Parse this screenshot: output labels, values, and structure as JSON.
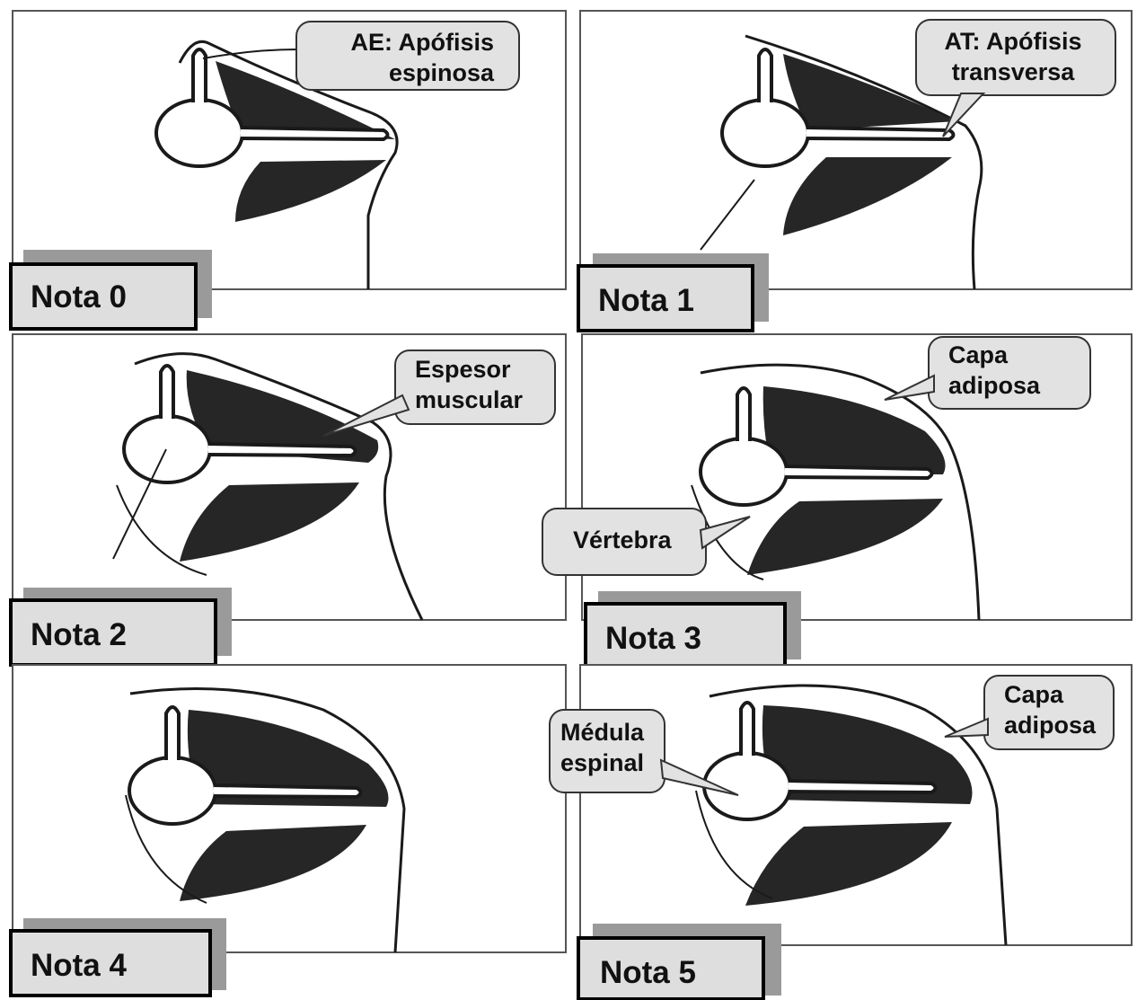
{
  "panels": [
    {
      "nota": "Nota 0",
      "callouts": [
        {
          "lines": [
            "AE: Apófisis",
            "espinosa"
          ]
        }
      ]
    },
    {
      "nota": "Nota 1",
      "callouts": [
        {
          "lines": [
            "AT: Apófisis",
            "transversa"
          ]
        }
      ]
    },
    {
      "nota": "Nota 2",
      "callouts": [
        {
          "lines": [
            "Espesor",
            "muscular"
          ]
        }
      ]
    },
    {
      "nota": "Nota 3",
      "callouts": [
        {
          "lines": [
            "Capa",
            "adiposa"
          ]
        },
        {
          "lines": [
            "Vértebra"
          ]
        }
      ]
    },
    {
      "nota": "Nota 4",
      "callouts": []
    },
    {
      "nota": "Nota 5",
      "callouts": [
        {
          "lines": [
            "Médula",
            "espinal"
          ]
        },
        {
          "lines": [
            "Capa",
            "adiposa"
          ]
        }
      ]
    }
  ],
  "colors": {
    "muscle": "#262626",
    "outline": "#1a1a1a",
    "callout_fill": "#e2e2e2",
    "nota_fill": "#dedede",
    "nota_shadow": "#9a9a9a",
    "frame": "#555555"
  }
}
